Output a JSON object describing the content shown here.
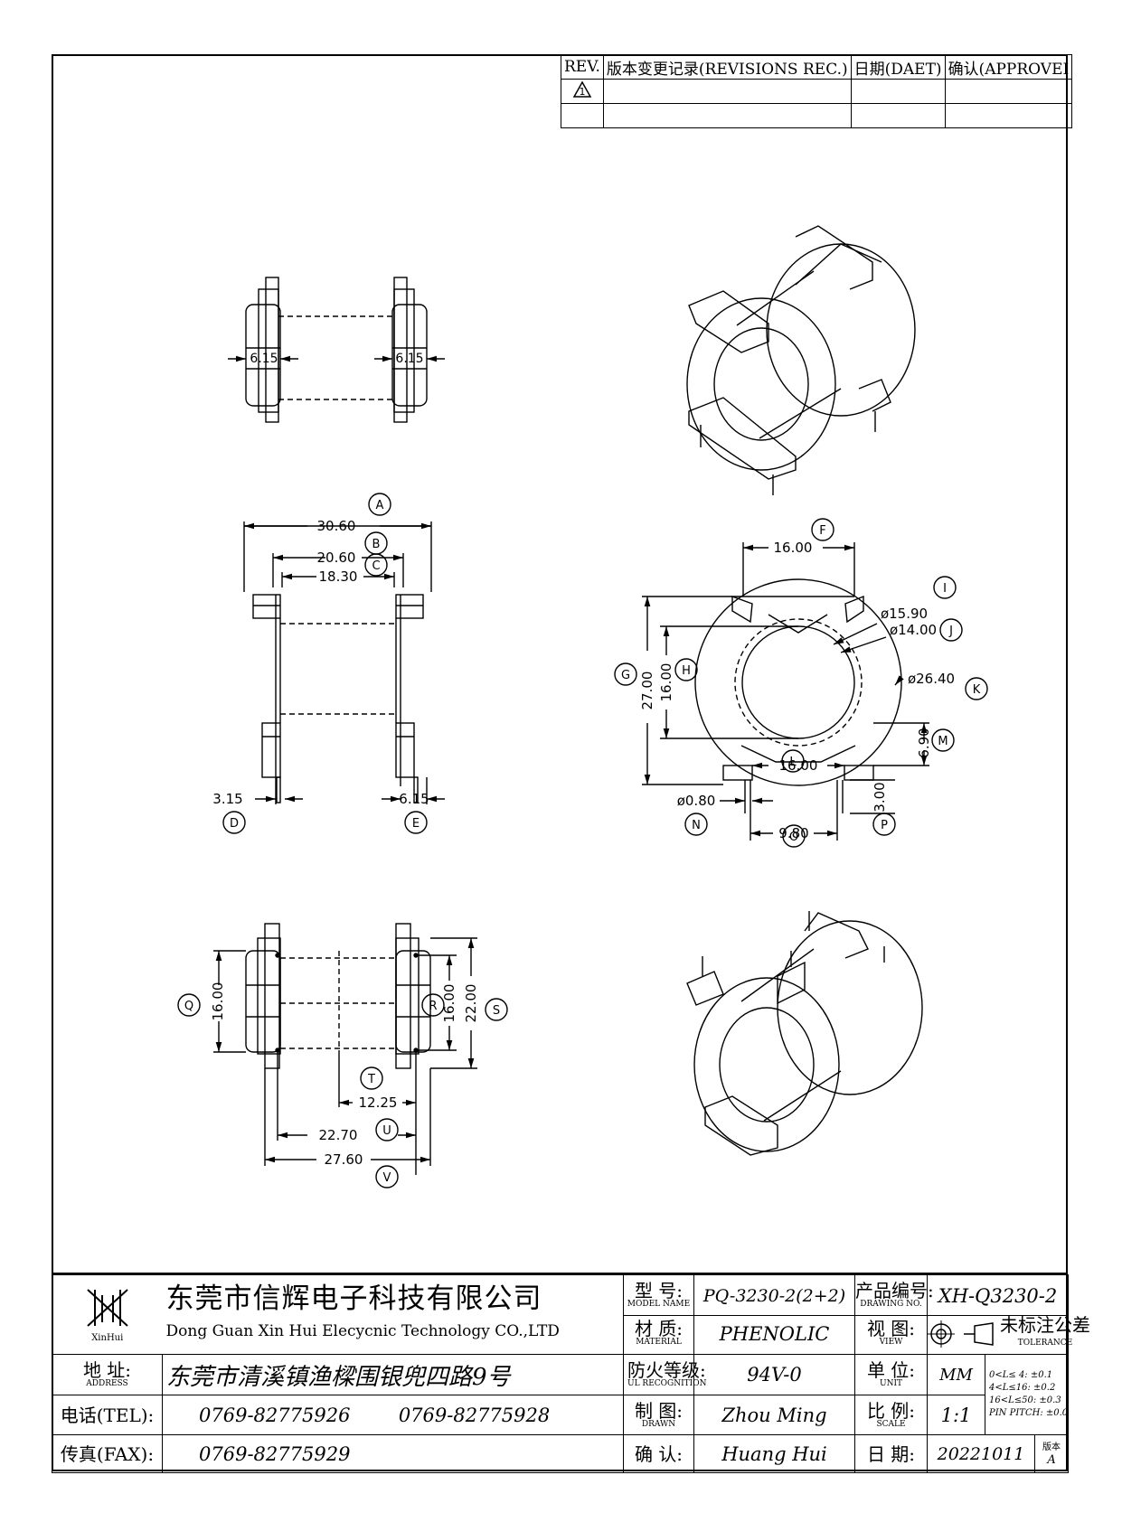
{
  "revisions": {
    "headers": [
      "REV.",
      "版本变更记录(REVISIONS REC.)",
      "日期(DAET)",
      "确认(APPROVEI"
    ],
    "rev_mark": "1"
  },
  "dimensions": {
    "top_left": [
      "6.15",
      "6.15"
    ],
    "front": {
      "A": "30.60",
      "B": "20.60",
      "C": "18.30",
      "D": "3.15",
      "E": "6.15"
    },
    "side": {
      "F": "16.00",
      "I": "ø15.90",
      "J": "ø14.00",
      "K": "ø26.40",
      "G": "27.00",
      "H": "16.00",
      "M": "6.90",
      "L": "16.00",
      "N": "ø0.80",
      "O": "9.80",
      "P": "3.00"
    },
    "bottom": {
      "Q": "16.00",
      "R": "16.00",
      "S": "22.00",
      "T": "12.25",
      "U": "22.70",
      "V": "27.60"
    }
  },
  "callouts": [
    "A",
    "B",
    "C",
    "D",
    "E",
    "F",
    "G",
    "H",
    "I",
    "J",
    "K",
    "L",
    "M",
    "N",
    "O",
    "P",
    "Q",
    "R",
    "S",
    "T",
    "U",
    "V"
  ],
  "title_block": {
    "logo_text": "XinHui",
    "company_cn": "东莞市信辉电子科技有限公司",
    "company_en": "Dong Guan Xin Hui Elecycnic Technology CO.,LTD",
    "address_label": "地 址:",
    "address_label_en": "ADDRESS",
    "address": "东莞市清溪镇渔樑围银兜四路9号",
    "tel_label": "电话(TEL):",
    "tel1": "0769-82775926",
    "tel2": "0769-82775928",
    "fax_label": "传真(FAX):",
    "fax": "0769-82775929",
    "model_label": "型 号:",
    "model_label_en": "MODEL NAME",
    "model": "PQ-3230-2(2+2)",
    "material_label": "材 质:",
    "material_label_en": "MATERIAL",
    "material": "PHENOLIC",
    "ul_label": "防火等级:",
    "ul_label_en": "UL RECOGNITION",
    "ul": "94V-0",
    "drawn_label": "制 图:",
    "drawn_label_en": "DRAWN",
    "drawn": "Zhou Ming",
    "check_label": "确 认:",
    "check": "Huang Hui",
    "drawing_label": "产品编号:",
    "drawing_label_en": "DRAWING NO.",
    "drawing_no": "XH-Q3230-2",
    "view_label": "视 图:",
    "view_label_en": "VIEW",
    "unit_label": "单 位:",
    "unit_label_en": "UNIT",
    "unit": "MM",
    "scale_label": "比 例:",
    "scale_label_en": "SCALE",
    "scale": "1:1",
    "date_label": "日 期:",
    "date": "20221011",
    "version_label": "版本",
    "version": "A",
    "tol_title": "未标注公差",
    "tol_title_en": "TOLERANCE",
    "tol_lines": [
      "0<L≤ 4:  ±0.1",
      "4<L≤16:  ±0.2",
      "16<L≤50:  ±0.3",
      "PIN PITCH:  ±0.0"
    ]
  }
}
